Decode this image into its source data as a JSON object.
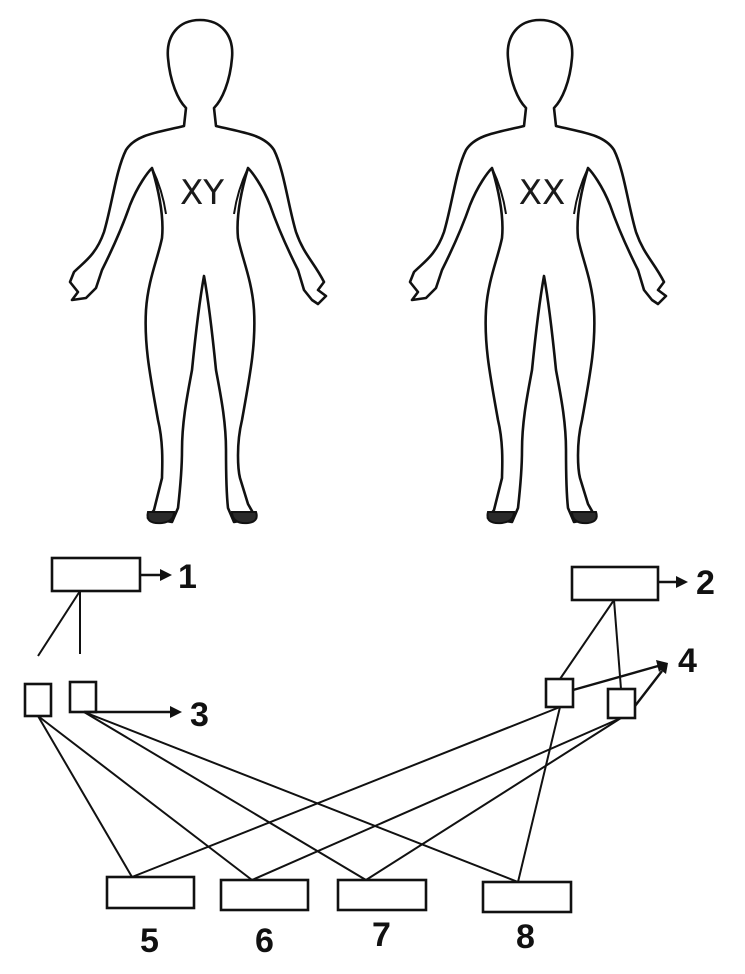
{
  "figures": {
    "male": {
      "chromosomes": "XY"
    },
    "female": {
      "chromosomes": "XX"
    }
  },
  "labels": {
    "n1": "1",
    "n2": "2",
    "n3": "3",
    "n4": "4",
    "n5": "5",
    "n6": "6",
    "n7": "7",
    "n8": "8"
  },
  "colors": {
    "line": "#111111",
    "background": "#ffffff"
  }
}
